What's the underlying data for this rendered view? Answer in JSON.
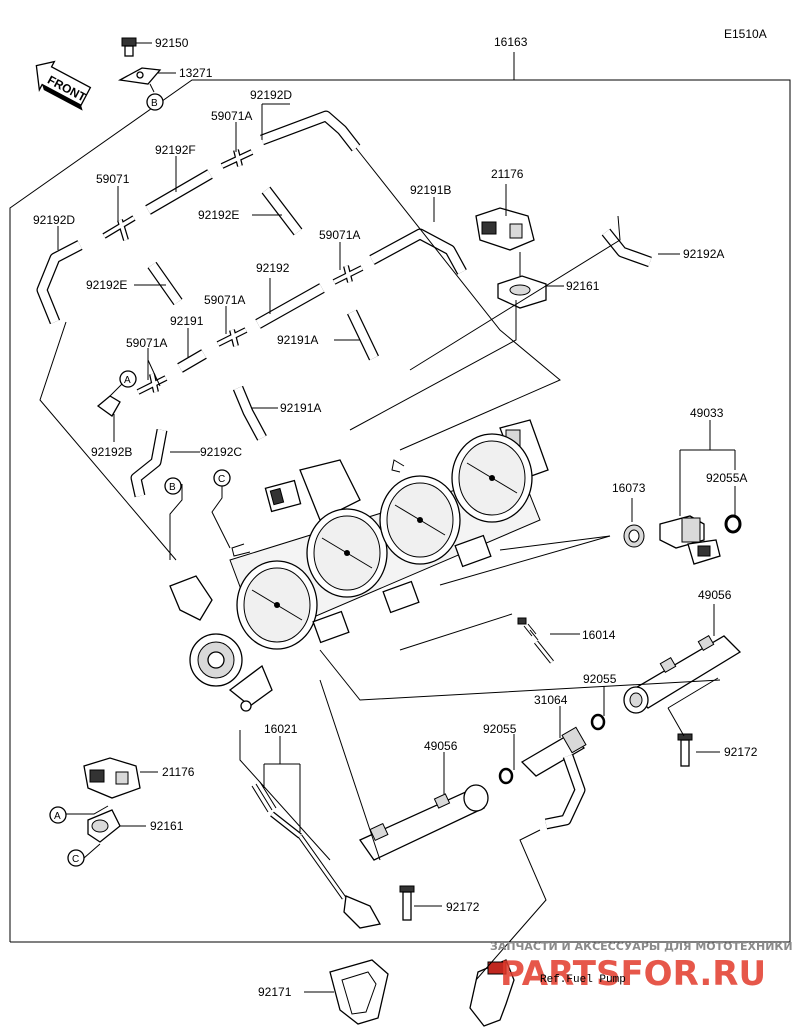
{
  "diagram_code": "E1510A",
  "front_label": "FRONT",
  "parts": {
    "p16163": "16163",
    "p92150": "92150",
    "p13271": "13271",
    "p92192D_top": "92192D",
    "p59071A_1": "59071A",
    "p92192F": "92192F",
    "p59071": "59071",
    "p92192D_left": "92192D",
    "p92192E_1": "92192E",
    "p92192E_2": "92192E",
    "p92191B": "92191B",
    "p21176_top": "21176",
    "p92192A": "92192A",
    "p92161_top": "92161",
    "p59071A_2": "59071A",
    "p92192": "92192",
    "p59071A_3": "59071A",
    "p92191": "92191",
    "p92191A_1": "92191A",
    "p59071A_4": "59071A",
    "p92191A_2": "92191A",
    "p92192B": "92192B",
    "p92192C": "92192C",
    "p49033": "49033",
    "p16073": "16073",
    "p92055A": "92055A",
    "p16014": "16014",
    "p49056_right": "49056",
    "p92055_1": "92055",
    "p31064": "31064",
    "p92055_2": "92055",
    "p16021": "16021",
    "p49056_left": "49056",
    "p92172_right": "92172",
    "p21176_bottom": "21176",
    "p92161_bottom": "92161",
    "p92172_bottom": "92172",
    "p92171": "92171"
  },
  "callouts": {
    "a1": "A",
    "a2": "A",
    "b1": "B",
    "b2": "B",
    "c1": "C",
    "c2": "C"
  },
  "ref_fuel_pump": "Ref.Fuel Pump",
  "watermark": {
    "tagline": "ЗАПЧАСТИ И АКСЕССУАРЫ ДЛЯ МОТОТЕХНИКИ",
    "brand": "PARTSFOR.RU"
  }
}
